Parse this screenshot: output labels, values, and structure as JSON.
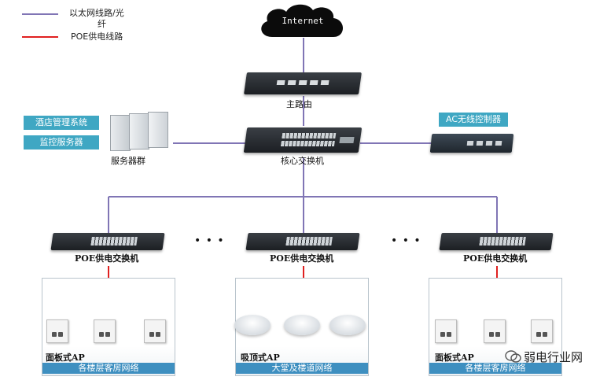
{
  "legend": {
    "ethernet_label_line1": "以太网线路/光",
    "ethernet_label_line2": "纤",
    "poe_label": "POE供电线路",
    "ethernet_color": "#8075b5",
    "poe_color": "#e02020"
  },
  "internet": {
    "label": "Internet"
  },
  "router": {
    "label": "主路由"
  },
  "core_switch": {
    "label": "核心交换机"
  },
  "servers": {
    "label": "服务器群",
    "tags": [
      "酒店管理系统",
      "监控服务器"
    ]
  },
  "ac_controller": {
    "label": "AC无线控制器"
  },
  "ellipsis": "• • •",
  "poe_switches": [
    {
      "label": "POE供电交换机"
    },
    {
      "label": "POE供电交换机"
    },
    {
      "label": "POE供电交换机"
    }
  ],
  "panels": [
    {
      "ap_label": "面板式AP",
      "footer": "各楼层客房网络"
    },
    {
      "ap_label": "吸顶式AP",
      "footer": "大堂及楼道网络"
    },
    {
      "ap_label": "面板式AP",
      "footer": "各楼层客房网络"
    }
  ],
  "watermark": {
    "text": "弱电行业网"
  }
}
